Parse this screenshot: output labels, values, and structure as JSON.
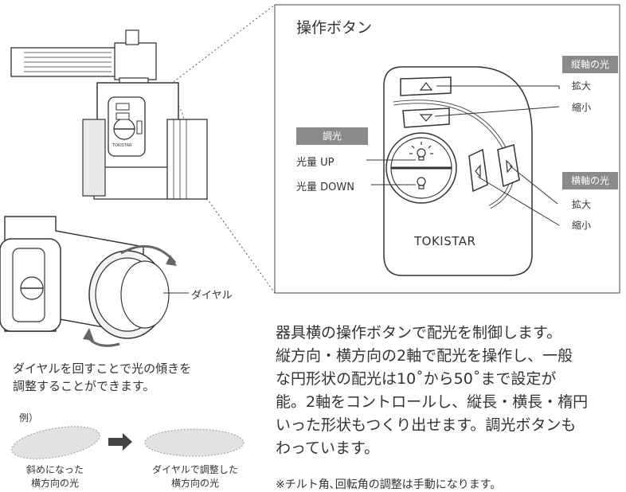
{
  "panel": {
    "title": "操作ボタン",
    "tag_vertical": "縦軸の光",
    "tag_horizontal": "横軸の光",
    "tag_dimming": "調光",
    "enlarge_1": "拡大",
    "shrink_1": "縮小",
    "enlarge_2": "拡大",
    "shrink_2": "縮小",
    "light_up": "光量 UP",
    "light_down": "光量 DOWN",
    "brand": "TOKISTAR"
  },
  "device": {
    "brand_small": "TOKISTAR",
    "dial_label": "ダイヤル"
  },
  "dial_caption": {
    "line1": "ダイヤルを回すことで光の傾きを",
    "line2": "調整することができます。"
  },
  "example": {
    "label": "例）",
    "before_line1": "斜めになった",
    "before_line2": "横方向の光",
    "after_line1": "ダイヤルで調整した",
    "after_line2": "横方向の光"
  },
  "description": {
    "line1": "器具横の操作ボタンで配光を制御します。",
    "line2": "縦方向・横方向の2軸で配光を操作し、一般",
    "line3": "な円形状の配光は10˚から50˚まで設定が",
    "line4": "能。2軸をコントロールし、縦長・横長・楕円",
    "line5": "いった形状もつくり出せます。調光ボタンも",
    "line6": "わっています。"
  },
  "note": "※チルト角､回転角の調整は手動になります。",
  "colors": {
    "tag_bg": "#8a8a8a",
    "line": "#333333",
    "ellipse_fill": "#e2e2e2"
  },
  "icons": {
    "up": "triangle-up-icon",
    "down": "triangle-down-icon",
    "left": "triangle-left-icon",
    "right": "triangle-right-icon",
    "bulb_on": "bulb-bright-icon",
    "bulb_off": "bulb-dim-icon",
    "arrow": "arrow-right-icon"
  }
}
